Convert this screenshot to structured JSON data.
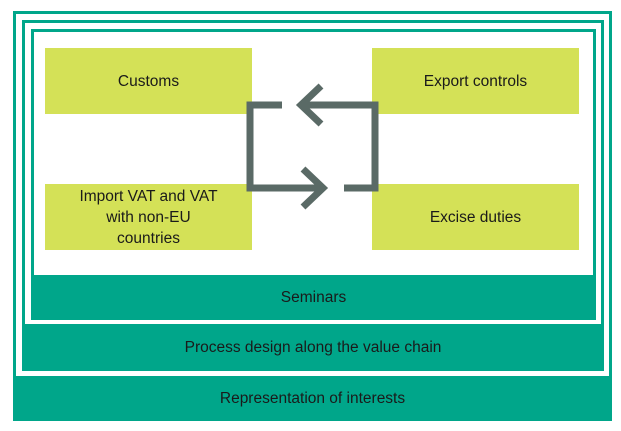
{
  "layers": {
    "outer": {
      "label": "Representation of interests"
    },
    "middle": {
      "label": "Process design along the value chain"
    },
    "inner": {
      "label": "Seminars"
    }
  },
  "topics": [
    {
      "label": "Customs"
    },
    {
      "label": "Export controls"
    },
    {
      "label": "Import VAT and VAT with non-EU countries"
    },
    {
      "label": "Excise duties"
    }
  ],
  "cycle_icon": "cycle-arrows-icon",
  "colors": {
    "frame": "#00a68a",
    "topic_box": "#d4e157",
    "arrow": "#5a6a66",
    "text": "#1a1a1a"
  }
}
